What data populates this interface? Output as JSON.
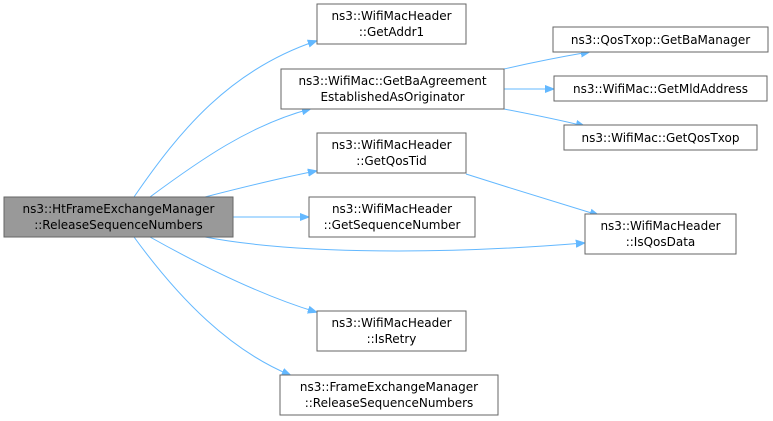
{
  "nodes": [
    {
      "id": "root",
      "lines": [
        "ns3::HtFrameExchangeManager",
        "::ReleaseSequenceNumbers"
      ],
      "root": true
    },
    {
      "id": "getaddr1",
      "lines": [
        "ns3::WifiMacHeader",
        "::GetAddr1"
      ]
    },
    {
      "id": "getbaagreement",
      "lines": [
        "ns3::WifiMac::GetBaAgreement",
        "EstablishedAsOriginator"
      ]
    },
    {
      "id": "getqostid",
      "lines": [
        "ns3::WifiMacHeader",
        "::GetQosTid"
      ]
    },
    {
      "id": "getsequencenumber",
      "lines": [
        "ns3::WifiMacHeader",
        "::GetSequenceNumber"
      ]
    },
    {
      "id": "isretry",
      "lines": [
        "ns3::WifiMacHeader",
        "::IsRetry"
      ]
    },
    {
      "id": "fem-release",
      "lines": [
        "ns3::FrameExchangeManager",
        "::ReleaseSequenceNumbers"
      ]
    },
    {
      "id": "getbamanager",
      "lines": [
        "ns3::QosTxop::GetBaManager"
      ]
    },
    {
      "id": "getmldaddress",
      "lines": [
        "ns3::WifiMac::GetMldAddress"
      ]
    },
    {
      "id": "getqostxop",
      "lines": [
        "ns3::WifiMac::GetQosTxop"
      ]
    },
    {
      "id": "isqosdata",
      "lines": [
        "ns3::WifiMacHeader",
        "::IsQosData"
      ]
    }
  ],
  "edges": [
    {
      "from": "root",
      "to": "getaddr1"
    },
    {
      "from": "root",
      "to": "getbaagreement"
    },
    {
      "from": "root",
      "to": "getqostid"
    },
    {
      "from": "root",
      "to": "getsequencenumber"
    },
    {
      "from": "root",
      "to": "isqosdata"
    },
    {
      "from": "root",
      "to": "isretry"
    },
    {
      "from": "root",
      "to": "fem-release"
    },
    {
      "from": "getbaagreement",
      "to": "getbamanager"
    },
    {
      "from": "getbaagreement",
      "to": "getmldaddress"
    },
    {
      "from": "getbaagreement",
      "to": "getqostxop"
    },
    {
      "from": "getqostid",
      "to": "isqosdata"
    }
  ],
  "colors": {
    "edge": "#63b8ff",
    "root_fill": "#999999",
    "node_border": "#666666"
  }
}
